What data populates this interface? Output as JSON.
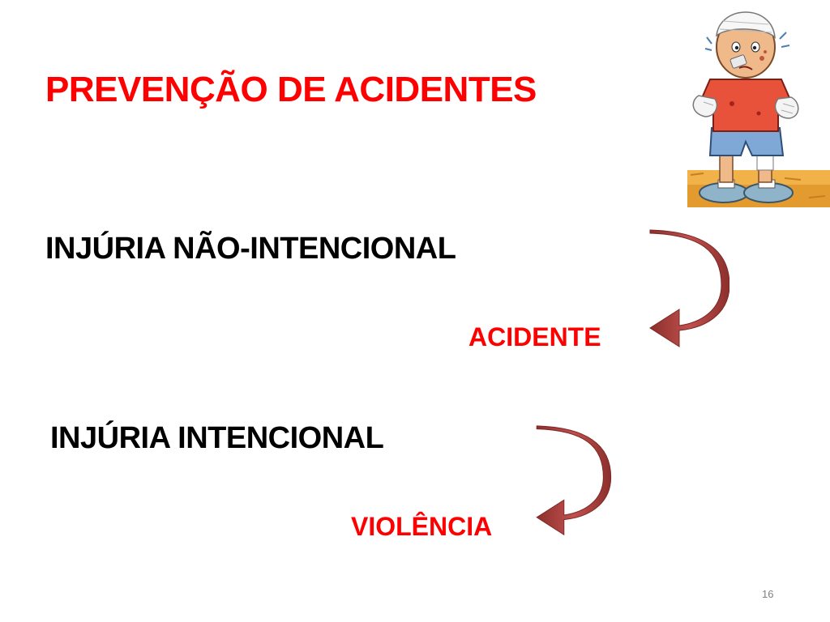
{
  "slide": {
    "title": "PREVENÇÃO DE ACIDENTES",
    "items": [
      {
        "term": "INJÚRIA NÃO-INTENCIONAL",
        "result": "ACIDENTE"
      },
      {
        "term": "INJÚRIA INTENCIONAL",
        "result": "VIOLÊNCIA"
      }
    ],
    "slide_number": "16"
  },
  "colors": {
    "title": "#ff0000",
    "result": "#ff0000",
    "term": "#000000",
    "arrow": "#c0504d"
  },
  "icons": {
    "arrow": "curved-down-left-arrow-icon",
    "illustration": "injured-boy-illustration"
  }
}
